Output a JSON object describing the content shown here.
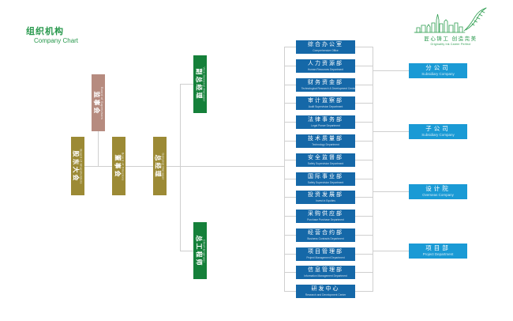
{
  "title": {
    "zh": "组织机构",
    "en": "Company Chart"
  },
  "logo": {
    "icon": "city-skyline-with-quill-icon",
    "tagline_zh": "匠心铸工 创造完美",
    "tagline_en": "Originality Ink   Career Perfect"
  },
  "org_nodes": [
    {
      "id": "supervisors",
      "zh": "监事会",
      "en": "Board of Supervisors",
      "color": "#b68b7f"
    },
    {
      "id": "shareholders",
      "zh": "股东大会",
      "en": "Board of Shareholders",
      "color": "#9c8a35"
    },
    {
      "id": "directors",
      "zh": "董事会",
      "en": "Board of Directors",
      "color": "#9c8a35"
    },
    {
      "id": "general-manager",
      "zh": "总经理",
      "en": "General Manager",
      "color": "#9c8a35"
    },
    {
      "id": "vice-general-manager",
      "zh": "副总经理",
      "en": "Vice General Manager",
      "color": "#15803a"
    },
    {
      "id": "chief-engineer",
      "zh": "总工程师",
      "en": "Chief Engineer",
      "color": "#15803a"
    }
  ],
  "departments": {
    "items": [
      {
        "zh": "综合办公室",
        "en": "Comprehensive Office"
      },
      {
        "zh": "人力资源部",
        "en": "Human Resources Department"
      },
      {
        "zh": "财务资金部",
        "en": "Technological Research & Development Center"
      },
      {
        "zh": "审计监察部",
        "en": "Audit Supervision Department"
      },
      {
        "zh": "法律事务部",
        "en": "Legal Purser Department"
      },
      {
        "zh": "技术质量部",
        "en": "Technology Department"
      },
      {
        "zh": "安全监督部",
        "en": "Safety Supervision Department"
      },
      {
        "zh": "国际事业部",
        "en": "Safety Supervision Department"
      },
      {
        "zh": "投资发展部",
        "en": "Invest in Equities"
      },
      {
        "zh": "采购供应部",
        "en": "Purchase Purchase Department"
      },
      {
        "zh": "经营合约部",
        "en": "Business Contracts Department"
      },
      {
        "zh": "项目管理部",
        "en": "Project Management Department"
      },
      {
        "zh": "信息管理部",
        "en": "Information Management Department"
      },
      {
        "zh": "研发中心",
        "en": "Research and Development Center"
      }
    ]
  },
  "branches": {
    "items": [
      {
        "zh": "分公司",
        "en": "Subsidiary Company"
      },
      {
        "zh": "子公司",
        "en": "Subsidiary Company"
      },
      {
        "zh": "设计院",
        "en": "Overseas Company"
      },
      {
        "zh": "项目部",
        "en": "Project Department"
      }
    ]
  },
  "colors": {
    "accent_green": "#27984c",
    "node_green": "#15803a",
    "node_olive": "#9c8a35",
    "node_pink": "#b68b7f",
    "dept_blue": "#1568a8",
    "branch_blue": "#1a9ad5",
    "connector_gray": "#cfcfcf"
  }
}
